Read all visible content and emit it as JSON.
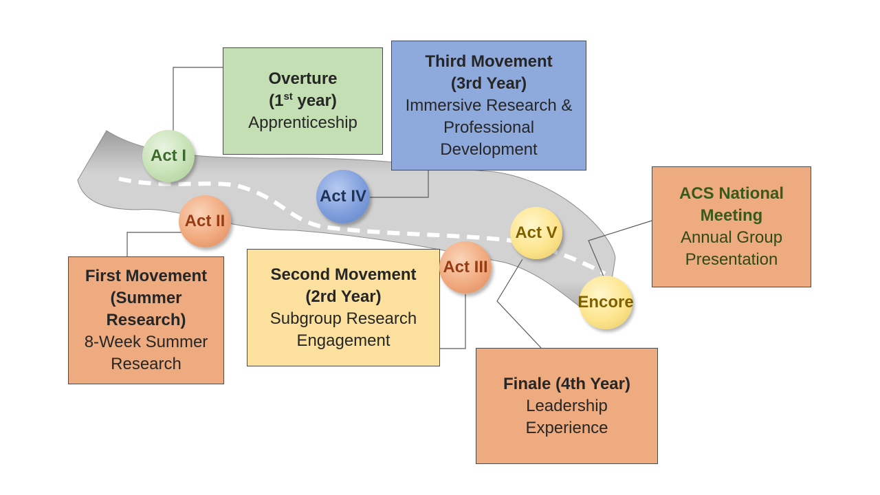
{
  "colors": {
    "green_box": "#c4dfb3",
    "blue_box": "#8eaadc",
    "orange_box": "#eeab7f",
    "yellow_box": "#fbe19d",
    "road": "#c9c9c9",
    "connector": "#5a5a5a",
    "acs_title": "#3a5a1c",
    "acs_text": "#2e4a16"
  },
  "nodes": {
    "act1": "Act I",
    "act2": "Act II",
    "act3": "Act III",
    "act4": "Act IV",
    "act5": "Act V",
    "encore": "Encore"
  },
  "boxes": {
    "overture": {
      "title": "Overture",
      "year_prefix": "(1",
      "year_sup": "st",
      "year_suffix": " year)",
      "desc": "Apprenticeship"
    },
    "first": {
      "title_1": "First Movement",
      "title_2": "(Summer",
      "title_3": "Research)",
      "desc_1": "8-Week Summer",
      "desc_2": "Research"
    },
    "second": {
      "title_1": "Second Movement",
      "title_2": "(2rd Year)",
      "desc_1": "Subgroup Research",
      "desc_2": "Engagement"
    },
    "third": {
      "title_1": "Third Movement",
      "title_2": "(3rd Year)",
      "desc_1": "Immersive Research &",
      "desc_2": "Professional",
      "desc_3": "Development"
    },
    "finale": {
      "title": "Finale (4th Year)",
      "desc_1": "Leadership",
      "desc_2": "Experience"
    },
    "acs": {
      "title_1": "ACS National",
      "title_2": "Meeting",
      "desc_1": "Annual Group",
      "desc_2": "Presentation"
    }
  }
}
